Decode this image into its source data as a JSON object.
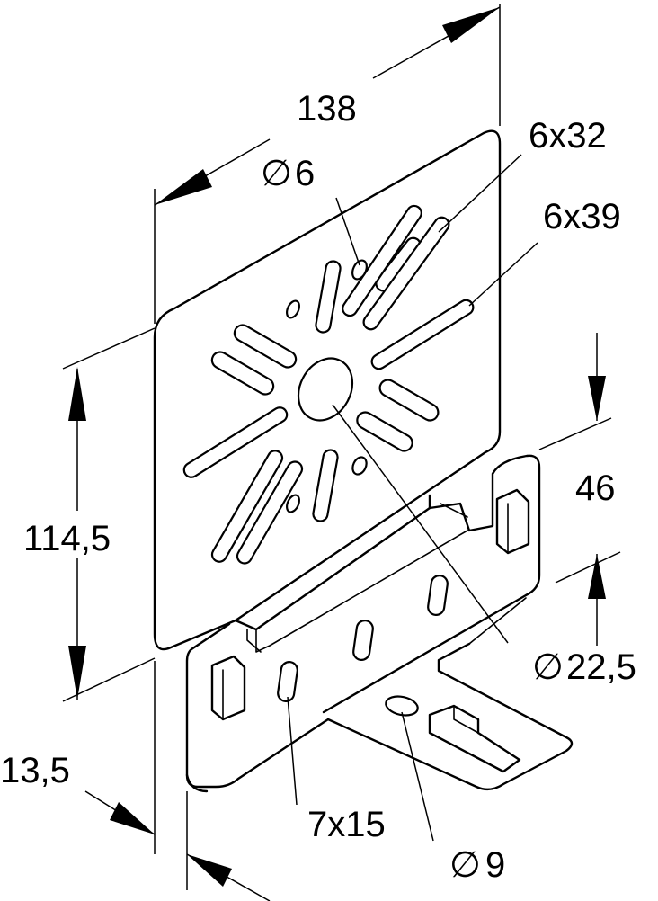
{
  "labels": {
    "width": "138",
    "hole_small": "6",
    "slot_a": "6x32",
    "slot_b": "6x39",
    "height": "114,5",
    "depth": "46",
    "hole_center": "22,5",
    "slot_lower": "7x15",
    "hole_foot": "9",
    "flange": "13,5"
  },
  "symbols": {
    "diameter": "∅"
  }
}
